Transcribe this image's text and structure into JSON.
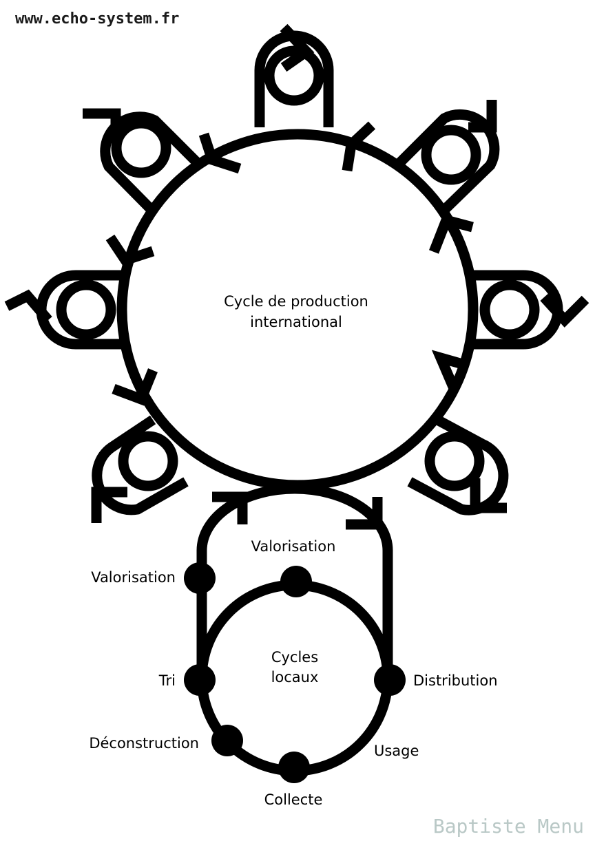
{
  "site_url": "www.echo-system.fr",
  "author": "Baptiste Menu",
  "main_cycle": {
    "title_line1": "Cycle de production",
    "title_line2": "international"
  },
  "local_cycle": {
    "title_line1": "Cycles",
    "title_line2": "locaux",
    "stages": {
      "valorisation_inner": "Valorisation",
      "valorisation_outer": "Valorisation",
      "tri": "Tri",
      "distribution": "Distribution",
      "deconstruction": "Déconstruction",
      "usage": "Usage",
      "collecte": "Collecte"
    }
  },
  "colors": {
    "ink": "#000000",
    "background": "#ffffff",
    "signature": "#b9c8c6"
  },
  "icons": [
    "lobe-icon",
    "arrowhead-icon",
    "node-dot-icon"
  ]
}
